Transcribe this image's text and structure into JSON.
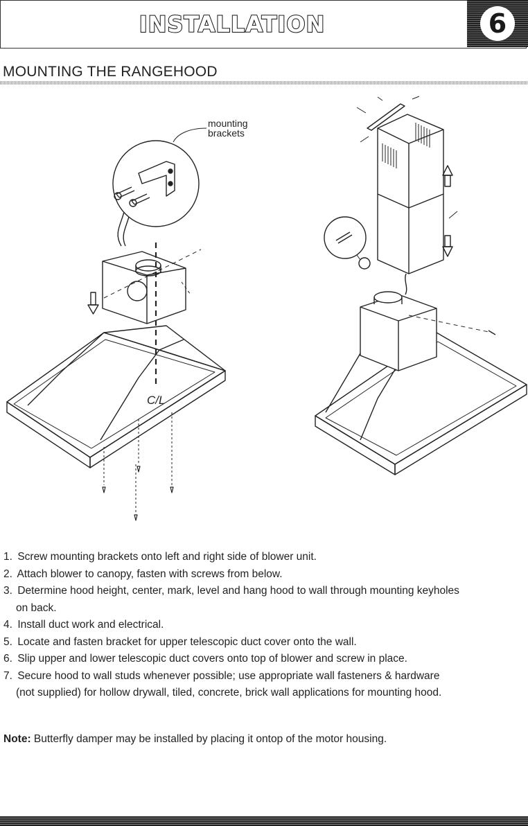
{
  "header": {
    "title": "INSTALLATION",
    "page_number": "6"
  },
  "section": {
    "title": "MOUNTING THE RANGEHOOD"
  },
  "diagram": {
    "callout_label_line1": "mounting",
    "callout_label_line2": "brackets",
    "centerline_label": "C/L"
  },
  "steps": [
    {
      "num": "1.",
      "text": "Screw mounting brackets onto left and right side of blower unit.",
      "cont": ""
    },
    {
      "num": "2.",
      "text": "Attach blower to canopy, fasten with screws from below.",
      "cont": ""
    },
    {
      "num": "3.",
      "text": "Determine hood height, center, mark, level and hang hood to wall through mounting keyholes",
      "cont": "on back."
    },
    {
      "num": "4.",
      "text": "Install duct work and electrical.",
      "cont": ""
    },
    {
      "num": "5.",
      "text": "Locate and fasten bracket for upper telescopic duct cover onto the wall.",
      "cont": ""
    },
    {
      "num": "6.",
      "text": "Slip upper and lower telescopic duct covers onto top of blower and screw in place.",
      "cont": ""
    },
    {
      "num": "7.",
      "text": "Secure hood to wall studs whenever possible; use appropriate wall fasteners & hardware",
      "cont": "(not supplied) for hollow drywall, tiled, concrete, brick wall applications for mounting hood."
    }
  ],
  "note": {
    "label": "Note:",
    "text": "Butterfly damper may be installed by placing it ontop of the motor housing."
  }
}
